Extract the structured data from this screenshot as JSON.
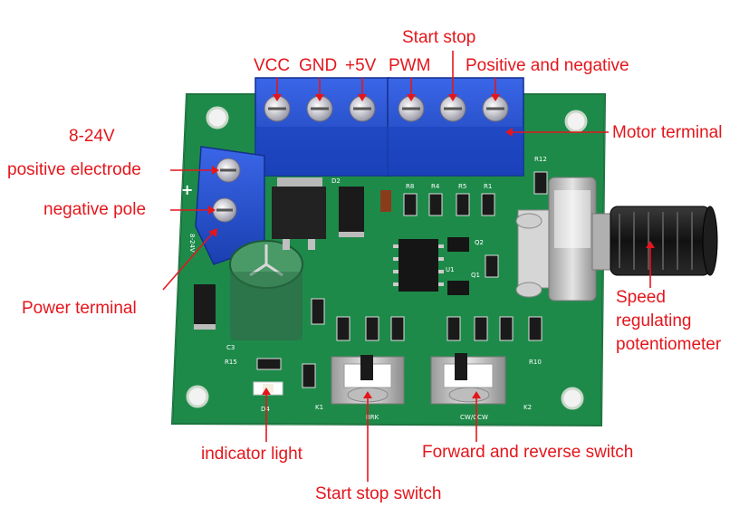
{
  "labels": {
    "vcc": "VCC",
    "gnd": "GND",
    "plus5v": "+5V",
    "pwm": "PWM",
    "start_stop": "Start stop",
    "pos_neg": "Positive and negative",
    "voltage": "8-24V",
    "positive_electrode": "positive electrode",
    "negative_pole": "negative pole",
    "motor_terminal": "Motor terminal",
    "power_terminal": "Power terminal",
    "speed_pot_line1": "Speed",
    "speed_pot_line2": "regulating",
    "speed_pot_line3": "potentiometer",
    "indicator_light": "indicator light",
    "fwd_rev_switch": "Forward and reverse switch",
    "start_stop_switch": "Start stop switch"
  },
  "board_silk": {
    "brk": "BRK",
    "cw_ccw": "CW/CCW",
    "k1": "K1",
    "k2": "K2",
    "c3": "C3",
    "r15": "R15",
    "d4": "D4",
    "r12": "R12",
    "d2": "D2",
    "r8": "R8",
    "r4": "R4",
    "r5": "R5",
    "r1": "R1",
    "u1": "U1",
    "q2": "Q2",
    "q1": "Q1",
    "r10": "R10",
    "power_marking": "8-24V"
  },
  "colors": {
    "label_red": "#e4161c",
    "pcb_green": "#1e8a4a",
    "terminal_blue": "#1f4fd1",
    "capacitor_green": "#2f7a4d"
  }
}
